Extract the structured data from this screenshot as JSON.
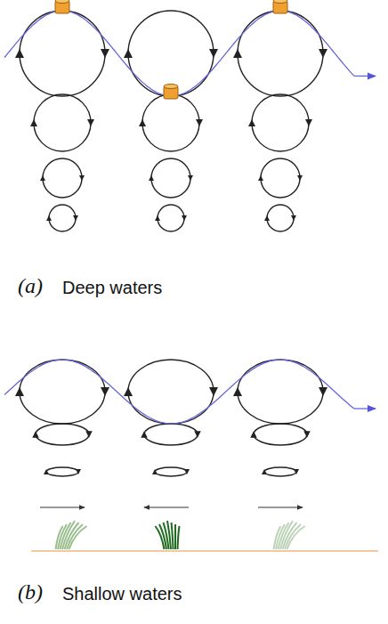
{
  "diagram": {
    "labels": [
      "(a)",
      "Deep waters",
      "(b)",
      "Shallow waters"
    ]
  }
}
